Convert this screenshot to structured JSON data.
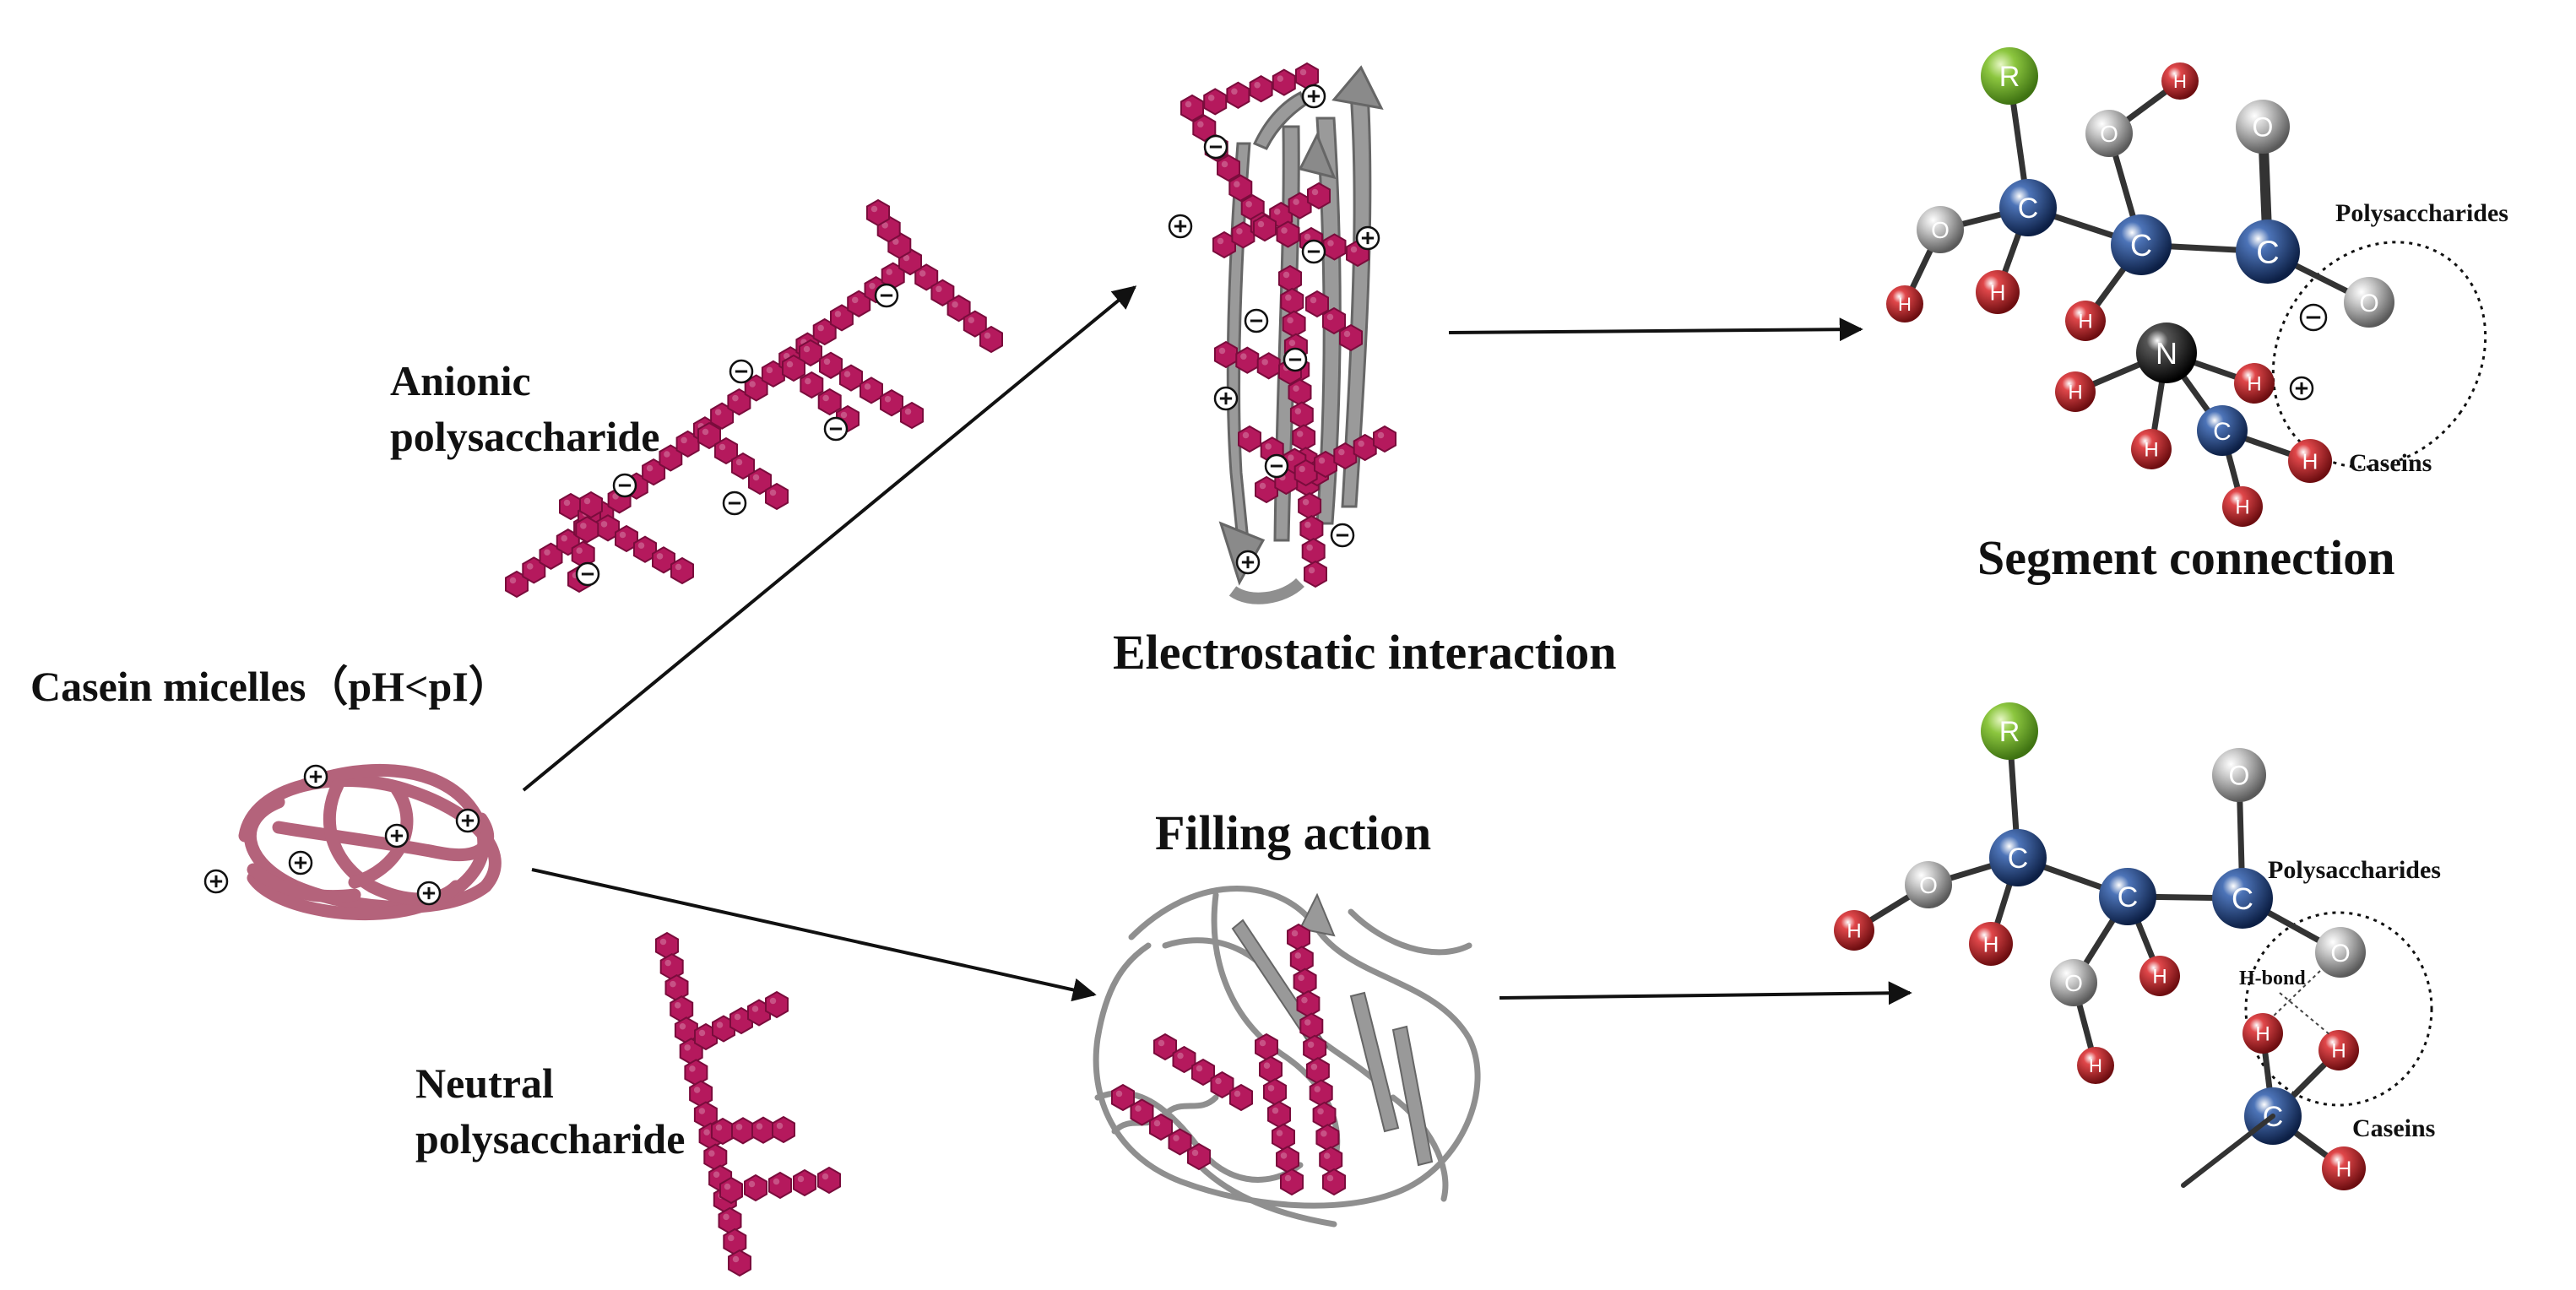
{
  "labels": {
    "anionic_line1": "Anionic",
    "anionic_line2": "polysaccharide",
    "casein": "Casein micelles（pH<pI）",
    "neutral_line1": "Neutral",
    "neutral_line2": "polysaccharide",
    "electrostatic": "Electrostatic interaction",
    "filling": "Filling action",
    "segment": "Segment connection",
    "polysaccharides_top": "Polysaccharides",
    "caseins_top": "Caseins",
    "polysaccharides_bottom": "Polysaccharides",
    "caseins_bottom": "Caseins",
    "hbond": "H-bond"
  },
  "atoms": {
    "R": "R",
    "C": "C",
    "O": "O",
    "H": "H",
    "N": "N"
  },
  "charges": {
    "plus": "+",
    "minus": "−"
  },
  "colors": {
    "polysaccharide_bead": "#b5195d",
    "casein_strand": "#b05b74",
    "protein_ribbon": "#8f8f8f",
    "carbon_atom": "#1d3f7a",
    "oxygen_atom": "#9a9a9a",
    "hydrogen_atom": "#c0282c",
    "r_group": "#8cc63f",
    "nitrogen_atom": "#222222"
  },
  "icons": [
    "arrow-icon",
    "charge-plus-icon",
    "charge-minus-icon",
    "polysaccharide-bead-icon",
    "atom-icon"
  ]
}
